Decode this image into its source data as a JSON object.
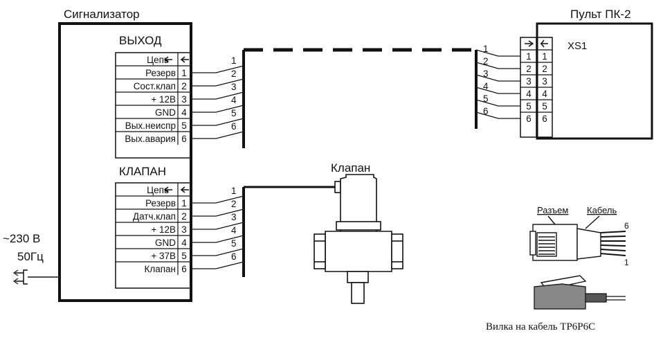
{
  "signalizer": {
    "title": "Сигнализатор",
    "out_title": "ВЫХОД",
    "out_rows": [
      "Цепь",
      "Резерв",
      "Сост.клап",
      "+ 12В",
      "GND",
      "Вых.неиспр",
      "Вых.авария"
    ],
    "valve_title": "КЛАПАН",
    "valve_rows": [
      "Цепь",
      "Резерв",
      "Датч.клап",
      "+ 12В",
      "GND",
      "+ 37В",
      "Клапан"
    ],
    "pins": [
      "1",
      "2",
      "3",
      "4",
      "5",
      "6"
    ]
  },
  "power": {
    "voltage": "~230 В",
    "freq": "50Гц"
  },
  "valve_label": "Клапан",
  "wire_numbers": [
    "1",
    "2",
    "3",
    "4",
    "5",
    "6"
  ],
  "panel": {
    "title": "Пульт ПК-2",
    "connector": "XS1",
    "pins": [
      "1",
      "2",
      "3",
      "4",
      "5",
      "6"
    ]
  },
  "plug": {
    "socket_label": "Разъем",
    "cable_label": "Кабель",
    "pin_first": "1",
    "pin_last": "6",
    "caption": "Вилка на кабель ТР6Р6С"
  }
}
